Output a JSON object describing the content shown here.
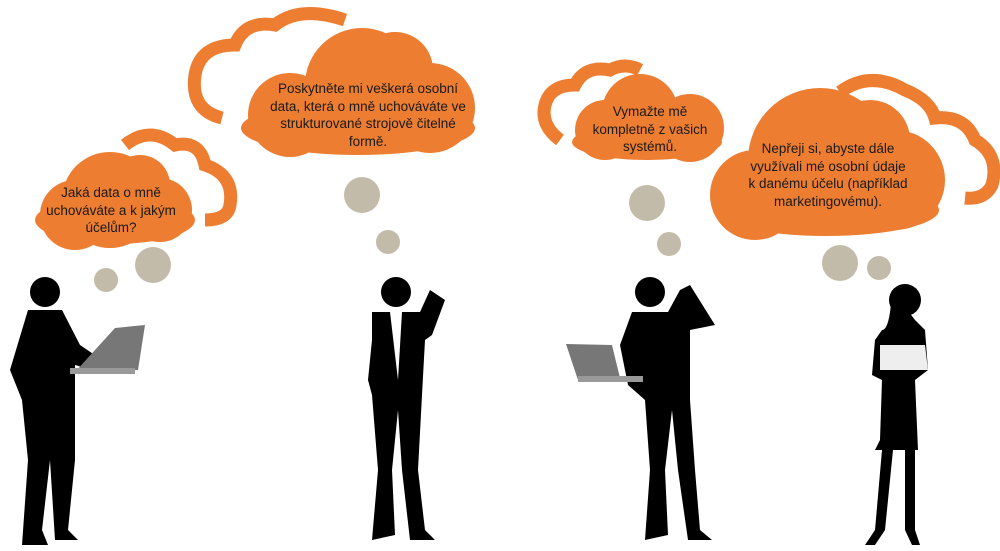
{
  "colors": {
    "cloud": "#ED7D31",
    "bubble": "#C2BBAA",
    "silhouette": "#000000"
  },
  "thoughts": [
    {
      "text": "Jaká data o mně uchováváte a k jakým účelům?"
    },
    {
      "text": "Poskytněte mi veškerá osobní data, která o mně uchováváte ve strukturované strojově čitelné formě."
    },
    {
      "text": "Vymažte mě kompletně z vašich systémů."
    },
    {
      "text": "Nepřeji si, abyste dále využívali mé osobní údaje k danému účelu (například marketingovému)."
    }
  ]
}
